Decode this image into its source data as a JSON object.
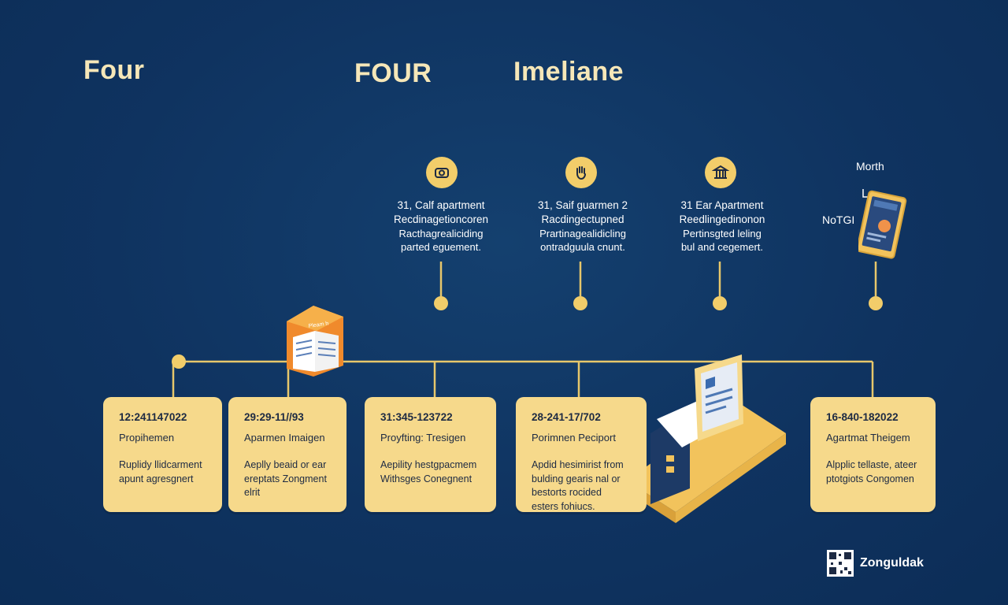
{
  "titles": [
    "Four",
    "FOUR",
    "Imeliane"
  ],
  "top_milestones": [
    {
      "lines": [
        "31, Calf apartment",
        "Recdinagetioncoren",
        "Racthagrealiciding",
        "parted eguement."
      ],
      "icon": "camera-icon"
    },
    {
      "lines": [
        "31, Saif guarmen 2",
        "Racdingectupned",
        "Prartinagealidicling",
        "ontradguula cnunt."
      ],
      "icon": "hand-icon"
    },
    {
      "lines": [
        "31 Ear Apartment",
        "Reedlingedinonon",
        "Pertinsgted leling",
        "bul and cegemert."
      ],
      "icon": "bank-icon"
    }
  ],
  "device_labels": {
    "top": "Morth",
    "side": "NoTGI"
  },
  "cards": [
    {
      "date": "12:241147022",
      "name": "Propihemen",
      "desc": [
        "Ruplidy llidcarment",
        "apunt agresgnert"
      ]
    },
    {
      "date": "29:29-11//93",
      "name": "Aparmen Imaigen",
      "desc": [
        "Aeplly beaid or ear",
        "ereptats Zongment",
        "elrit"
      ]
    },
    {
      "date": "31:345-123722",
      "name": "Proyfting: Tresigen",
      "desc": [
        "Aepility hestgpacmem",
        "Withsges Conegnent"
      ]
    },
    {
      "date": "28-241-17/702",
      "name": "Porimnen Peciport",
      "desc": [
        "Apdid hesimirist from",
        "bulding gearis nal or",
        "bestorts rocided",
        "esters fohiucs."
      ]
    },
    {
      "date": "16-840-182022",
      "name": "Agartmat Theigem",
      "desc": [
        "Alpplic tellaste, ateer",
        "ptotgiots Congomen"
      ]
    }
  ],
  "book_label": "Pleam h",
  "brand": "Zonguldak",
  "colors": {
    "background": "#0f3360",
    "accent": "#f2cd6a",
    "card": "#f6d98b",
    "title": "#f6e7b8"
  }
}
